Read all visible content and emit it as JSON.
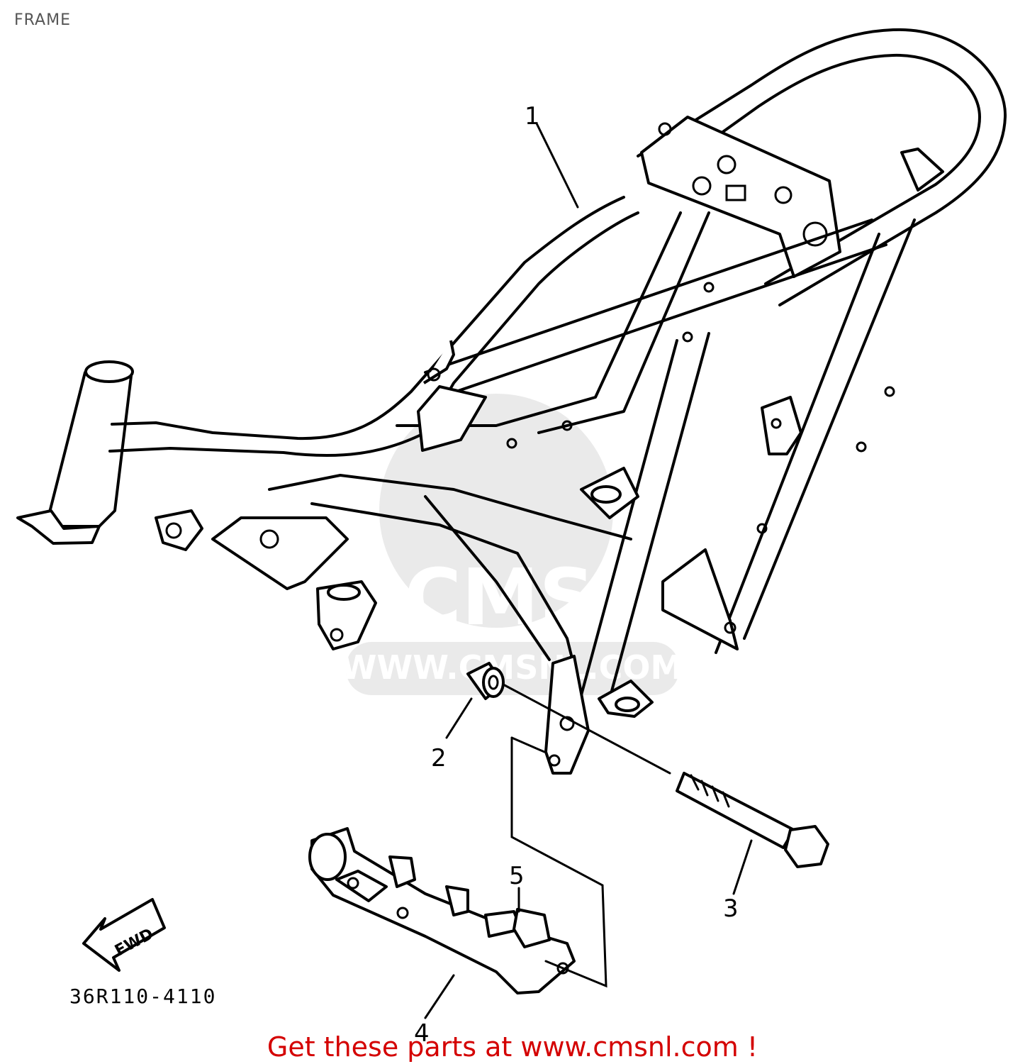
{
  "header": {
    "title": "FRAME"
  },
  "watermark": {
    "brand": "CMS",
    "url": "WWW.CMSNL.COM"
  },
  "callouts": [
    {
      "id": "1",
      "label": "1"
    },
    {
      "id": "2",
      "label": "2"
    },
    {
      "id": "3",
      "label": "3"
    },
    {
      "id": "4",
      "label": "4"
    },
    {
      "id": "5",
      "label": "5"
    }
  ],
  "fwd_label": "FWD",
  "diagram_code": "36R110-4110",
  "footer": {
    "link_text": "Get these parts at www.cmsnl.com !",
    "color": "#d40000"
  }
}
